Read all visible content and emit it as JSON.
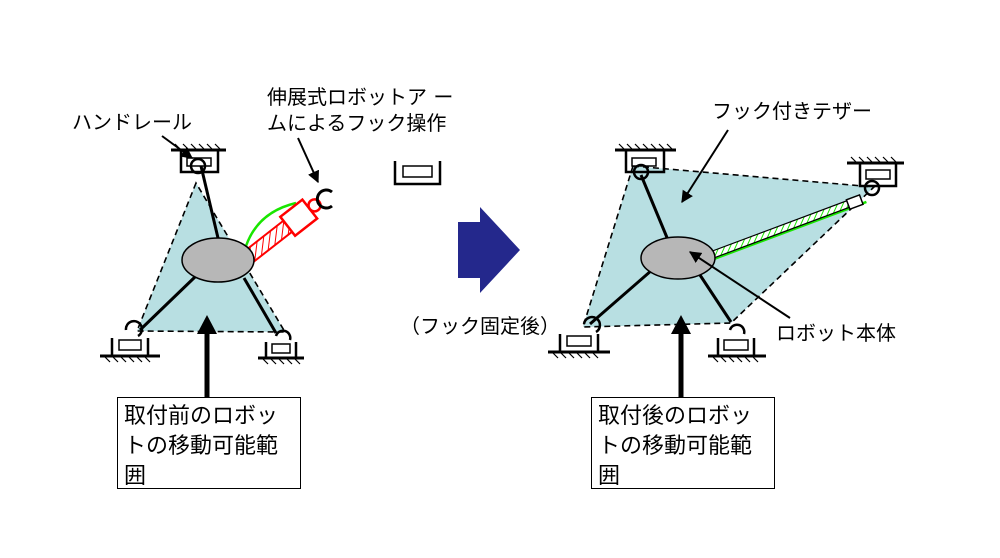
{
  "left_panel": {
    "label_handrail": "ハンドレール",
    "label_arm_line1": "伸展式ロボットア ー",
    "label_arm_line2": "ムによるフック操作",
    "caption": "取付前のロボットの移動可能範囲"
  },
  "middle": {
    "label_after_fix": "（フック固定後）"
  },
  "right_panel": {
    "label_tether": "フック付きテザー",
    "label_robot_body": "ロボット本体",
    "caption": "取付後のロボットの移動可能範囲"
  },
  "colors": {
    "range_fill": "#b8dfe2",
    "robot_body": "#b7b7b7",
    "arm_red": "#ff0000",
    "tether_green": "#19e600",
    "arrow_navy": "#24288c"
  }
}
